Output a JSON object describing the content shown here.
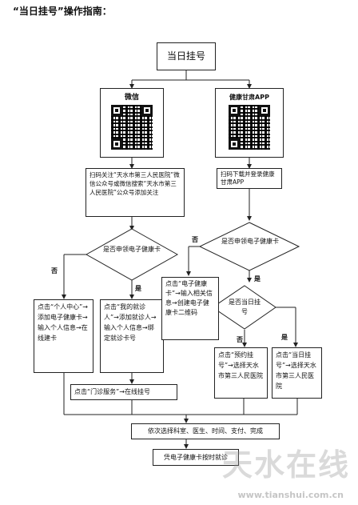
{
  "title": "“当日挂号”操作指南：",
  "nodes": {
    "root": "当日挂号",
    "wechat": "微信",
    "gansu_app": "健康甘肃APP",
    "wechat_step": "扫码关注“天水市第三人民医院”微信公众号或微信搜索“天水市第三人民医院”公众号添加关注",
    "app_step": "扫码下载并登录健康甘肃APP",
    "diamond_left": "是否申领电子健康卡",
    "diamond_right": "是否申领电子健康卡",
    "diamond_today": "是否当日挂号",
    "personal_center": "点击“个人中心”→添加电子健康卡→输入个人信息→在线建卡",
    "my_patient": "点击“我的就诊人”→添加就诊人→输入个人信息→绑定就诊卡号",
    "app_card": "点击“电子健康卡”→输入相关信息→创建电子健康卡二维码",
    "appointment": "点击“预约挂号”→选择天水市第三人民医院",
    "today_reg": "点击“当日挂号”→选择天水市第三人民医院",
    "outpatient": "点击“门诊服务”→在线挂号",
    "select": "依次选择科室、医生、时间、支付、完成",
    "final": "凭电子健康卡按时就诊"
  },
  "labels": {
    "no_left": "否",
    "yes_left": "是",
    "no_right": "否",
    "yes_right": "是",
    "no_today": "否",
    "yes_today": "是"
  },
  "watermark": {
    "text": "天水在线",
    "url": "www.tianshui.com.cn"
  }
}
